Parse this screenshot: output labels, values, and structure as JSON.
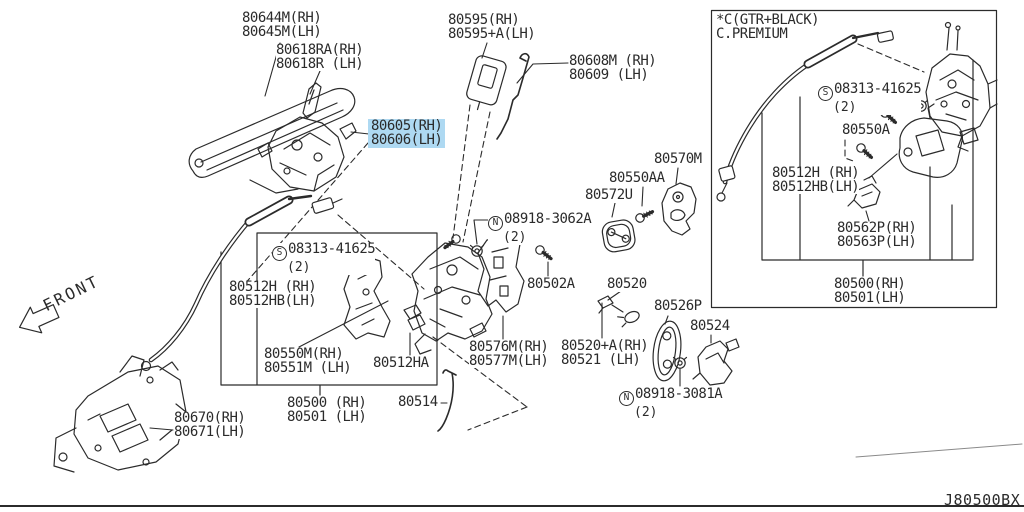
{
  "diagram_code": "J80500BX",
  "front_indicator": "FRONT",
  "colors": {
    "highlight": "#aed9f2",
    "line": "#2b2b2b"
  },
  "note": {
    "line1": "*C(GTR+BLACK)",
    "line2": "C.PREMIUM"
  },
  "part_labels": [
    {
      "text": "80644M(RH)\n80645M(LH)"
    },
    {
      "text": "80618RA(RH)\n80618R (LH)"
    },
    {
      "text": "80595(RH)\n80595+A(LH)"
    },
    {
      "text": "80608M (RH)\n80609 (LH)"
    },
    {
      "text": "80605(RH)\n80606(LH)",
      "highlighted": true
    },
    {
      "prefix": "S",
      "text": "08313-41625",
      "qty": "(2)"
    },
    {
      "text": "80550A"
    },
    {
      "text": "80512H (RH)\n80512HB(LH)"
    },
    {
      "text": "80562P(RH)\n80563P(LH)"
    },
    {
      "text": "80500(RH)\n80501(LH)"
    },
    {
      "text": "80570M"
    },
    {
      "text": "80550AA"
    },
    {
      "text": "80572U"
    },
    {
      "prefix": "N",
      "text": "08918-3062A",
      "qty": "(2)"
    },
    {
      "text": "80502A"
    },
    {
      "text": "80520"
    },
    {
      "text": "80526P"
    },
    {
      "text": "80524"
    },
    {
      "text": "80576M(RH)\n80577M(LH)"
    },
    {
      "text": "80520+A(RH)\n80521 (LH)"
    },
    {
      "prefix": "N",
      "text": "08918-3081A",
      "qty": "(2)"
    },
    {
      "prefix": "S",
      "text": "08313-41625",
      "qty": "(2)"
    },
    {
      "text": "80512H (RH)\n80512HB(LH)"
    },
    {
      "text": "80550M(RH)\n80551M (LH)"
    },
    {
      "text": "80512HA"
    },
    {
      "text": "80500 (RH)\n80501 (LH)"
    },
    {
      "text": "80514"
    },
    {
      "text": "80670(RH)\n80671(LH)"
    }
  ]
}
